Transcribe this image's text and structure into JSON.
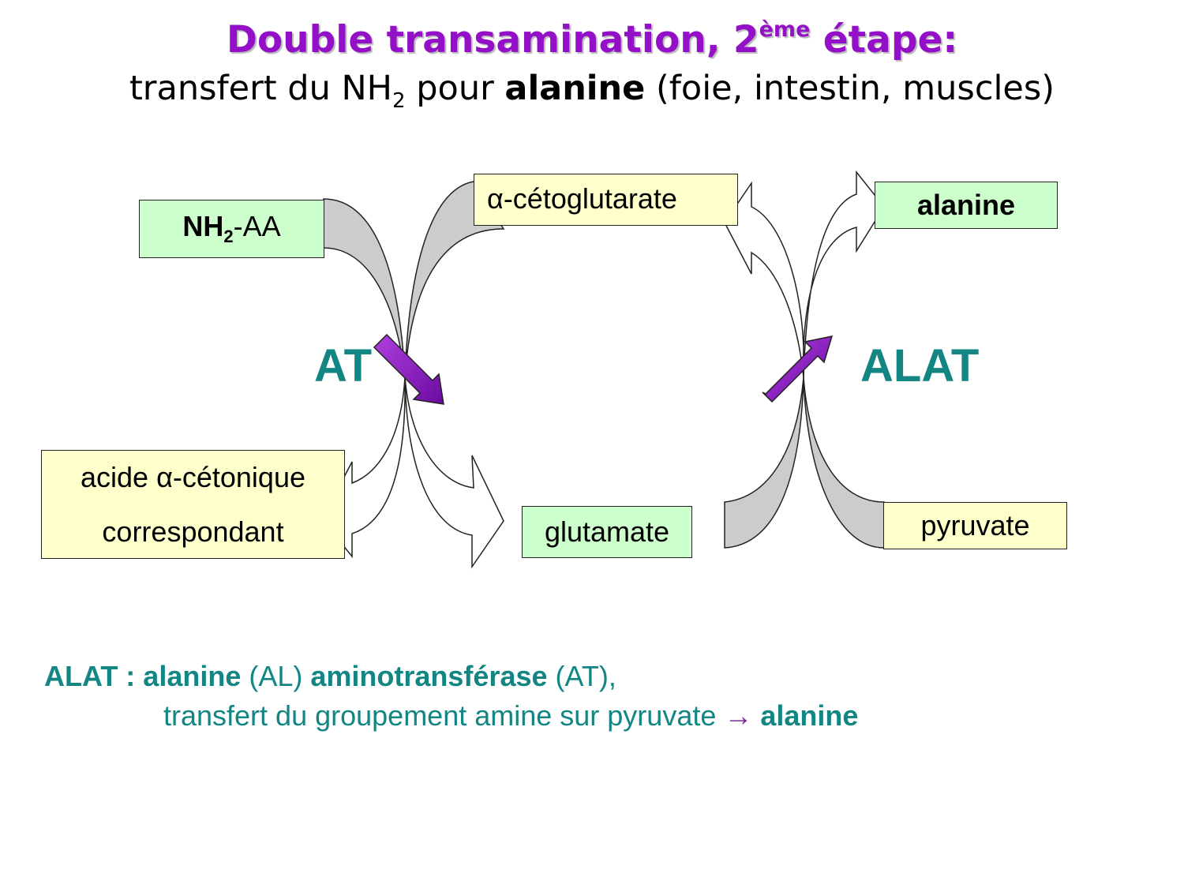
{
  "title": {
    "main": "Double transamination, 2",
    "superscript": "ème",
    "suffix": " étape:"
  },
  "subtitle": {
    "part1": "transfert du NH",
    "sub": "2",
    "part2": " pour ",
    "bold": "alanine",
    "part3": " (foie, intestin, muscles)"
  },
  "boxes": {
    "nh2aa": {
      "bold": "NH",
      "sub": "2",
      "rest": "-AA"
    },
    "cetoglutarate": "α-cétoglutarate",
    "alanine": "alanine",
    "acide_line1": "acide α-cétonique",
    "acide_line2": "correspondant",
    "glutamate": "glutamate",
    "pyruvate": "pyruvate"
  },
  "enzymes": {
    "at": "AT",
    "alat": "ALAT"
  },
  "note": {
    "line1_alat": "ALAT : ",
    "line1_alanine": "alanine",
    "line1_al": " (AL) ",
    "line1_amino": "aminotransférase",
    "line1_at": " (AT),",
    "line2_text": "transfert du groupement amine sur pyruvate ",
    "line2_arrow": "→",
    "line2_alanine": "alanine"
  },
  "colors": {
    "title": "#9410c8",
    "enzyme": "#138582",
    "purple_arrow": "#8a14c0",
    "green_box": "#ccffcc",
    "yellow_box": "#ffffcc",
    "grey_arrow": "#cccccc"
  }
}
